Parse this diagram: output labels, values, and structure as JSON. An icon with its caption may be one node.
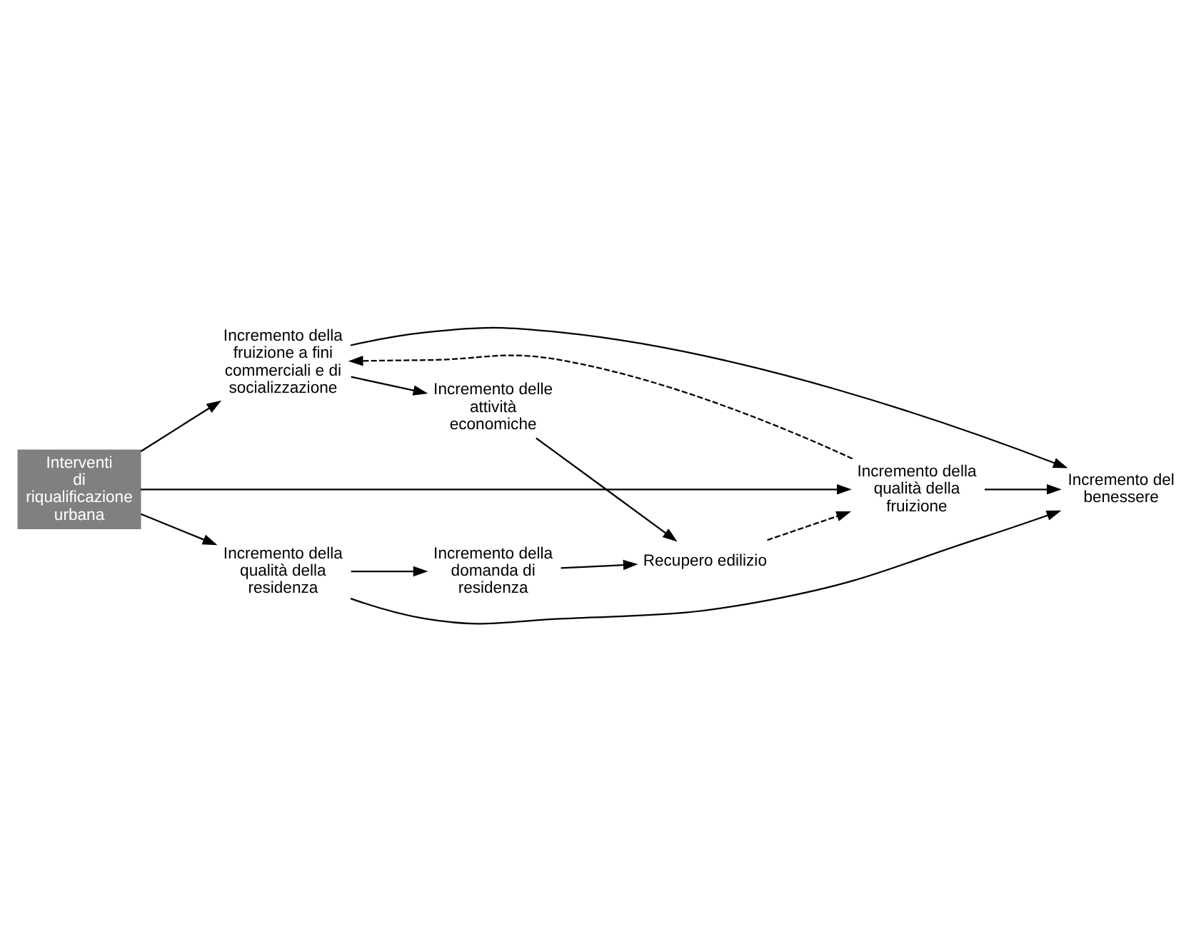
{
  "diagram": {
    "nodes": [
      {
        "text": [
          "Interventi di riqualificazione urbana"
        ]
      },
      {
        "text": [
          "Recupero edilizio"
        ]
      },
      {
        "text": [
          "Incremento delle attività economiche"
        ]
      },
      {
        "text": [
          "Incremento del benessere"
        ]
      },
      {
        "text": [
          "Incremento della fruizione a fini commerciali e di socializzazione"
        ]
      },
      {
        "text": [
          "Incremento della qualità della fruizione"
        ]
      },
      {
        "text": [
          "Incremento della qualità della residenza"
        ]
      },
      {
        "text": [
          "Incremento della domanda di residenza"
        ]
      }
    ],
    "edges": [
      {
        "from": 0,
        "to": 4,
        "arrow": "to"
      },
      {
        "from": 0,
        "to": 5,
        "arrow": "to"
      },
      {
        "from": 0,
        "to": 6,
        "arrow": "to"
      },
      {
        "from": 2,
        "to": 1,
        "arrow": "to"
      },
      {
        "from": 4,
        "to": 2,
        "arrow": "to"
      },
      {
        "from": 4,
        "to": 3,
        "arrow": "to"
      },
      {
        "from": 1,
        "to": 5,
        "arrow": "to",
        "style": "dashed"
      },
      {
        "from": 5,
        "to": 4,
        "arrow": "to",
        "style": "dashed"
      },
      {
        "from": 5,
        "to": 3,
        "arrow": "to"
      },
      {
        "from": 6,
        "to": 3,
        "arrow": "to"
      },
      {
        "from": 6,
        "to": 7,
        "arrow": "to"
      },
      {
        "from": 7,
        "to": 1,
        "arrow": "to"
      }
    ]
  }
}
